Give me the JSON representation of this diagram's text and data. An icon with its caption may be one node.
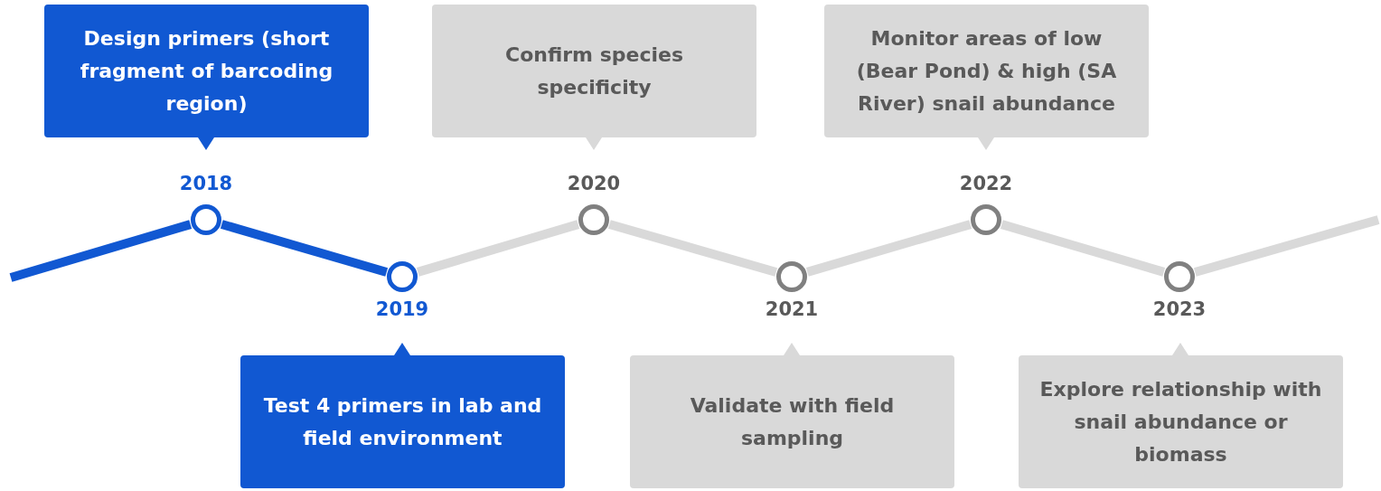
{
  "diagram": {
    "nodes": [
      {
        "text": [
          "Design primers (short fragment of barcoding region)"
        ]
      },
      {
        "text": [],
        "shape": "circle",
        "beside": [
          "2018"
        ]
      },
      {
        "text": [],
        "shape": "circle",
        "beside": [
          "2019"
        ]
      },
      {
        "text": [
          "Test 4 primers in lab and field environment"
        ]
      },
      {
        "text": [
          "Confirm species specificity"
        ]
      },
      {
        "text": [],
        "shape": "circle",
        "beside": [
          "2020"
        ]
      },
      {
        "text": [],
        "shape": "circle",
        "beside": [
          "2021"
        ]
      },
      {
        "text": [
          "Validate with field sampling"
        ]
      },
      {
        "text": [
          "Monitor areas of low (Bear Pond) & high (SA River) snail abundance"
        ]
      },
      {
        "text": [],
        "shape": "circle",
        "beside": [
          "2022"
        ]
      },
      {
        "text": [],
        "shape": "circle",
        "beside": [
          "2023"
        ]
      },
      {
        "text": [
          "Explore relationship with snail abundance or biomass"
        ]
      }
    ],
    "edges": [
      {
        "from": null,
        "to": 1,
        "arrow": "none",
        "color": "#1158d2"
      },
      {
        "from": 1,
        "to": 2,
        "arrow": "none",
        "color": "#1158d2"
      },
      {
        "from": 2,
        "to": 5,
        "arrow": "none"
      },
      {
        "from": 5,
        "to": 6,
        "arrow": "none"
      },
      {
        "from": 6,
        "to": 9,
        "arrow": "none"
      },
      {
        "from": 9,
        "to": 10,
        "arrow": "none"
      },
      {
        "from": 10,
        "to": null,
        "arrow": "none"
      }
    ]
  }
}
